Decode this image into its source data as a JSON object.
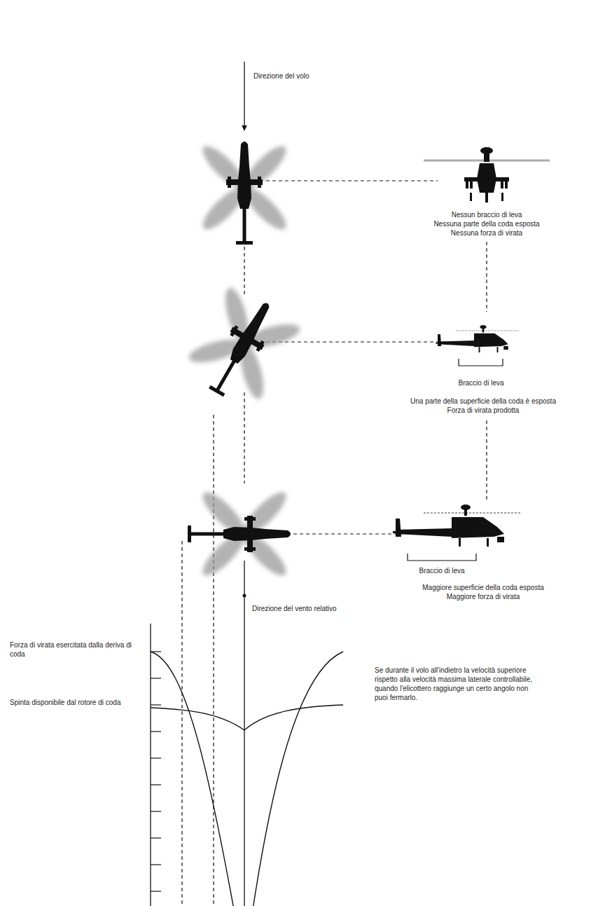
{
  "diagram": {
    "labels": [
      "Direzione del volo",
      "Nessun braccio di leva",
      "Nessuna parte della coda esposta",
      "Nessuna forza di virata",
      "Braccio di leva",
      "Una parte della superficie della coda è esposta",
      "Forza di virata prodotta",
      "Braccio di leva",
      "Maggiore superficie della coda esposta",
      "Maggiore forza di virata",
      "Direzione del vento relativo",
      "Forza di virata esercitata dalla deriva di coda",
      "Spinta disponibile dal rotore di coda",
      "Se durante il volo all'indietro la velocità superiore rispetto alla velocità massima laterale controllabile, quando l'elicottero raggiunge un certo angolo non puoi fermarlo."
    ]
  }
}
